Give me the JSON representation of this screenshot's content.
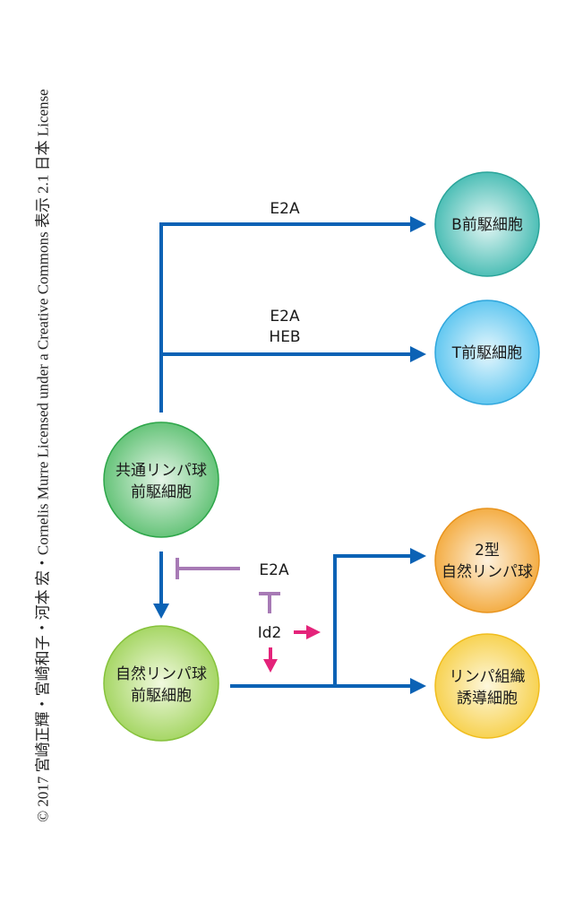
{
  "copyright": "© 2017 宮崎正輝・宮崎和子・河本 宏・Cornelis Murre Licensed under a Creative Commons 表示 2.1 日本 License",
  "colors": {
    "flow_arrow": "#0b62b5",
    "inhibition": "#a77ab5",
    "activation": "#e4237a"
  },
  "nodes": {
    "b_progenitor": {
      "lines": [
        "B前駆細胞"
      ],
      "fill": "#3fb9b0",
      "center": "#e3f6f4",
      "stroke": "#2aa49a"
    },
    "t_progenitor": {
      "lines": [
        "T前駆細胞"
      ],
      "fill": "#56c3ef",
      "center": "#e6f7fd",
      "stroke": "#2fa6dc"
    },
    "common_lymphoid_progenitor": {
      "lines": [
        "共通リンパ球",
        "前駆細胞"
      ],
      "fill": "#5abf6f",
      "center": "#e6f5e8",
      "stroke": "#2ea64a"
    },
    "innate_lymphoid_progenitor": {
      "lines": [
        "自然リンパ球",
        "前駆細胞"
      ],
      "fill": "#9fd35a",
      "center": "#f1f9df",
      "stroke": "#86c23c"
    },
    "ilc2": {
      "lines": [
        "2型",
        "自然リンパ球"
      ],
      "fill": "#f3a737",
      "center": "#fdf1dd",
      "stroke": "#e8931c"
    },
    "lti_cell": {
      "lines": [
        "リンパ組織",
        "誘導細胞"
      ],
      "fill": "#f7cf45",
      "center": "#fdf7dc",
      "stroke": "#f0bd1e"
    }
  },
  "labels": {
    "b_path": "E2A",
    "t_path_1": "E2A",
    "t_path_2": "HEB",
    "inhibitor": "E2A",
    "id2": "Id2"
  }
}
